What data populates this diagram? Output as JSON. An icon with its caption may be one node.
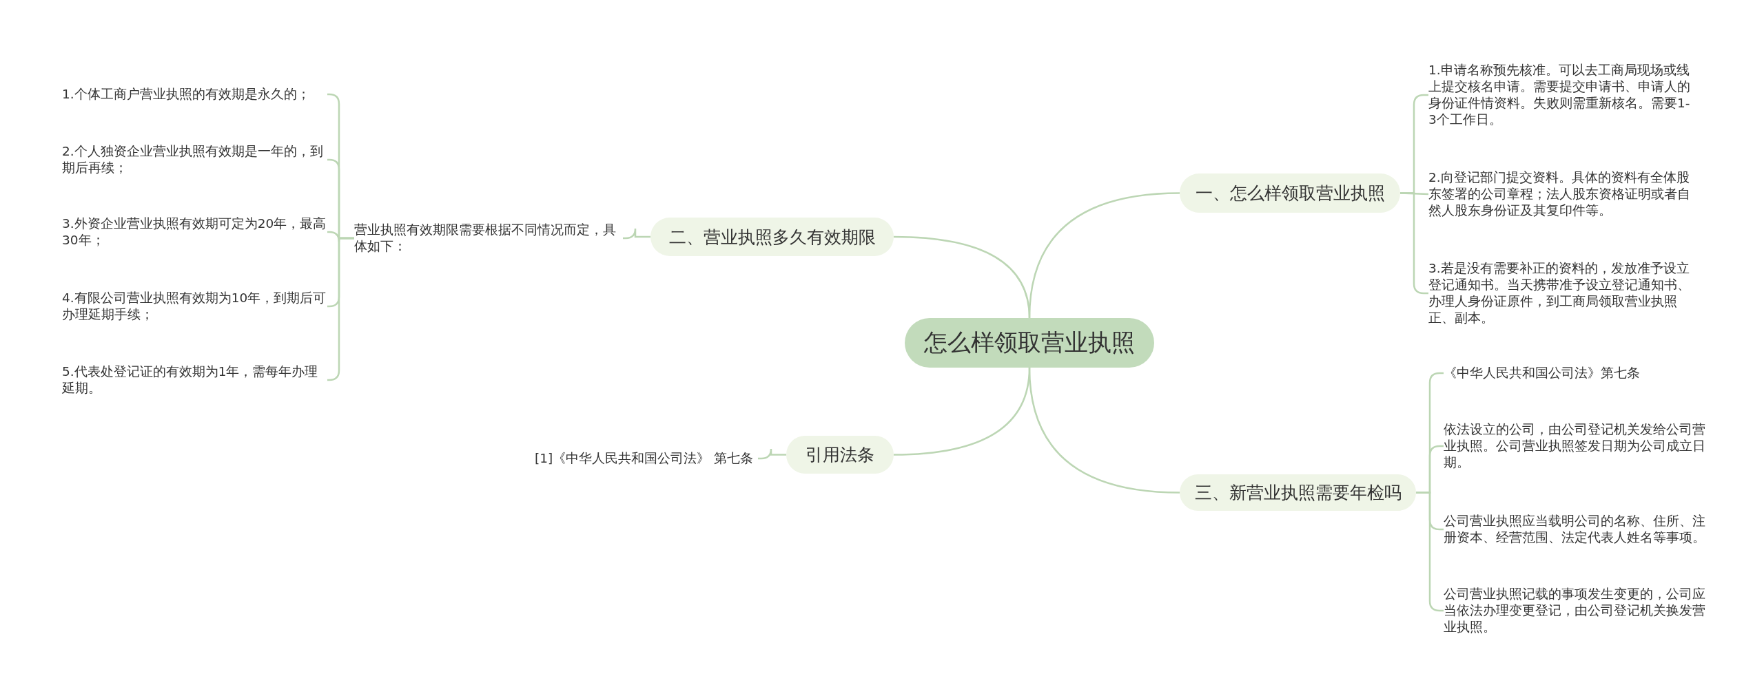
{
  "diagram": {
    "nodes": [
      {
        "text": [
          "怎么样领取营业执照"
        ]
      },
      {
        "text": [
          "一、怎么样领取营业执照"
        ]
      },
      {
        "text": [
          "1.申请名称预先核准。可以去工商局现场或线上提交核名申请。需要提交申请书、申请人的身份证件情资料。失败则需重新核名。需要1-3个工作日。"
        ]
      },
      {
        "text": [
          "2.向登记部门提交资料。具体的资料有全体股东签署的公司章程；法人股东资格证明或者自然人股东身份证及其复印件等。"
        ]
      },
      {
        "text": [
          "3.若是没有需要补正的资料的，发放准予设立登记通知书。当天携带准予设立登记通知书、办理人身份证原件，到工商局领取营业执照正、副本。"
        ]
      },
      {
        "text": [
          "二、营业执照多久有效期限"
        ]
      },
      {
        "text": [
          "营业执照有效期限需要根据不同情况而定，具体如下："
        ]
      },
      {
        "text": [
          "1.个体工商户营业执照的有效期是永久的；"
        ]
      },
      {
        "text": [
          "2.个人独资企业营业执照有效期是一年的，到期后再续；"
        ]
      },
      {
        "text": [
          "3.外资企业营业执照有效期可定为20年，最高30年；"
        ]
      },
      {
        "text": [
          "4.有限公司营业执照有效期为10年，到期后可办理延期手续；"
        ]
      },
      {
        "text": [
          "5.代表处登记证的有效期为1年，需每年办理延期。"
        ]
      },
      {
        "text": [
          "引用法条"
        ]
      },
      {
        "text": [
          "[1]《中华人民共和国公司法》 第七条"
        ]
      },
      {
        "text": [
          "三、新营业执照需要年检吗"
        ]
      },
      {
        "text": [
          "《中华人民共和国公司法》第七条"
        ]
      },
      {
        "text": [
          "依法设立的公司，由公司登记机关发给公司营业执照。公司营业执照签发日期为公司成立日期。"
        ]
      },
      {
        "text": [
          "公司营业执照应当载明公司的名称、住所、注册资本、经营范围、法定代表人姓名等事项。"
        ]
      },
      {
        "text": [
          "公司营业执照记载的事项发生变更的，公司应当依法办理变更登记，由公司登记机关换发营业执照。"
        ]
      }
    ],
    "edges": [
      {
        "from": 0,
        "to": 1,
        "arrow": "none"
      },
      {
        "from": 1,
        "to": 2,
        "arrow": "none"
      },
      {
        "from": 1,
        "to": 3,
        "arrow": "none"
      },
      {
        "from": 1,
        "to": 4,
        "arrow": "none"
      },
      {
        "from": 0,
        "to": 5,
        "arrow": "none"
      },
      {
        "from": 5,
        "to": 6,
        "arrow": "none"
      },
      {
        "from": 6,
        "to": 7,
        "arrow": "none"
      },
      {
        "from": 6,
        "to": 8,
        "arrow": "none"
      },
      {
        "from": 6,
        "to": 9,
        "arrow": "none"
      },
      {
        "from": 6,
        "to": 10,
        "arrow": "none"
      },
      {
        "from": 6,
        "to": 11,
        "arrow": "none"
      },
      {
        "from": 0,
        "to": 12,
        "arrow": "none"
      },
      {
        "from": 12,
        "to": 13,
        "arrow": "none"
      },
      {
        "from": 0,
        "to": 14,
        "arrow": "none"
      },
      {
        "from": 14,
        "to": 15,
        "arrow": "none"
      },
      {
        "from": 14,
        "to": 16,
        "arrow": "none"
      },
      {
        "from": 14,
        "to": 17,
        "arrow": "none"
      },
      {
        "from": 14,
        "to": 18,
        "arrow": "none"
      }
    ]
  }
}
